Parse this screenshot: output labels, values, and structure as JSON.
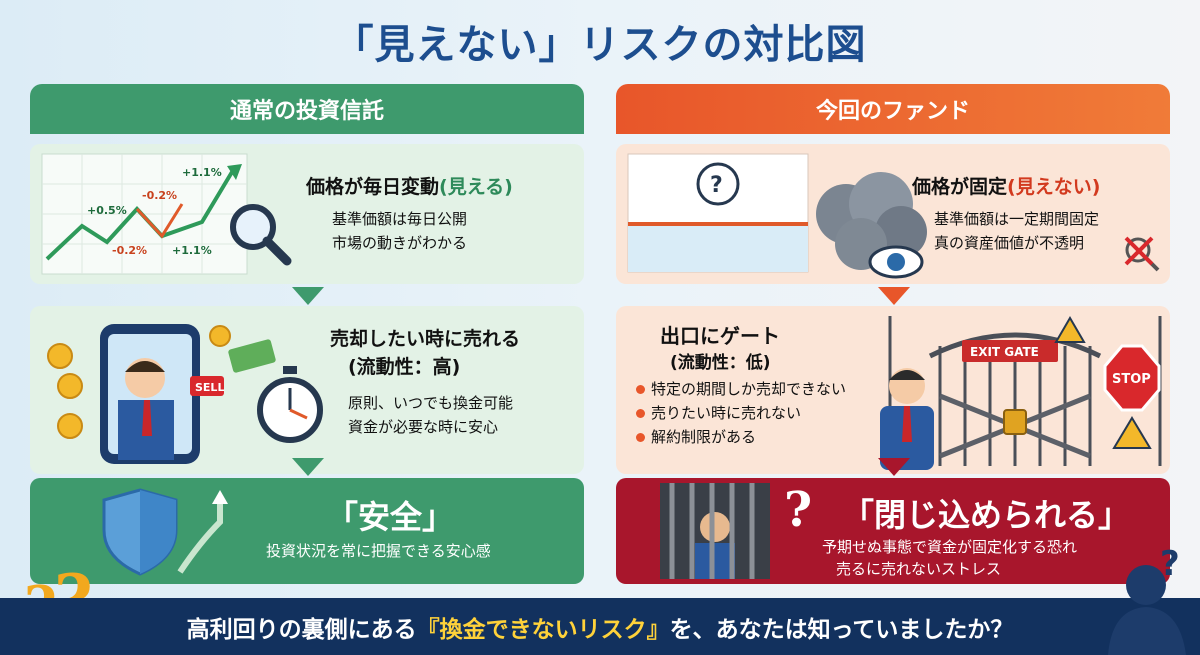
{
  "title": "「見えない」リスクの対比図",
  "left": {
    "header": "通常の投資信託",
    "card1": {
      "heading_main": "価格が毎日変動",
      "heading_accent": "(見える)",
      "lines": [
        "基準価額は毎日公開",
        "市場の動きがわかる"
      ],
      "chart_labels": [
        "+0.5%",
        "-0.2%",
        "+1.1%",
        "-0.2%",
        "+1.1%"
      ]
    },
    "card2": {
      "heading_line1": "売却したい時に売れる",
      "heading_line2": "(流動性：高)",
      "lines": [
        "原則、いつでも換金可能",
        "資金が必要な時に安心"
      ],
      "sell_tag": "SELL"
    },
    "card3": {
      "big": "「安全」",
      "line": "投資状況を常に把握できる安心感"
    }
  },
  "right": {
    "header": "今回のファンド",
    "card1": {
      "heading_main": "価格が固定",
      "heading_accent": "(見えない)",
      "lines": [
        "基準価額は一定期間固定",
        "真の資産価値が不透明"
      ]
    },
    "card2": {
      "heading_line1": "出口にゲート",
      "heading_line2": "(流動性：低)",
      "bullets": [
        "特定の期間しか売却できない",
        "売りたい時に売れない",
        "解約制限がある"
      ],
      "gate_sign": "EXIT GATE",
      "stop_sign": "STOP"
    },
    "card3": {
      "big": "「閉じ込められる」",
      "lines": [
        "予期せぬ事態で資金が固定化する恐れ",
        "売るに売れないストレス"
      ]
    }
  },
  "bottom": {
    "before": "高利回りの裏側にある",
    "highlight": "『換金できないリスク』",
    "after": "を、あなたは知っていましたか？"
  }
}
